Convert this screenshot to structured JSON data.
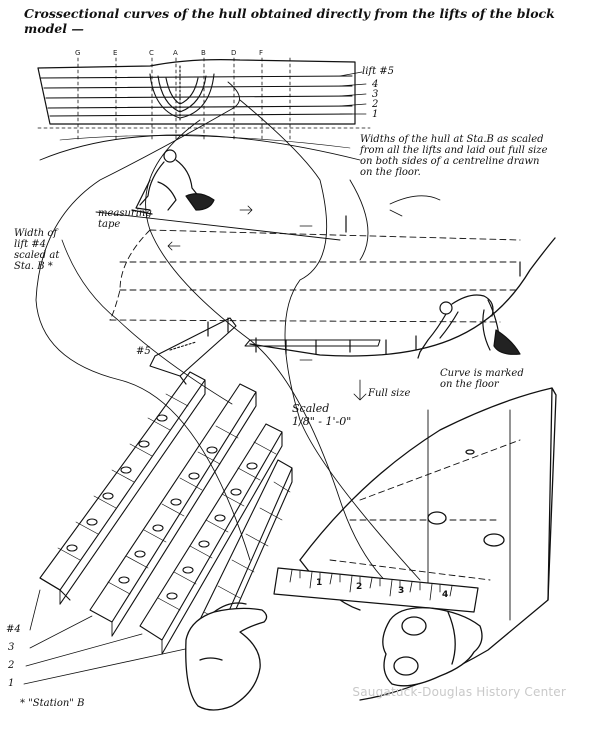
{
  "title": "Crossectional curves of the hull obtained directly from the lifts of the block model —",
  "station_letters": [
    "G",
    "E",
    "C",
    "A",
    "B",
    "D",
    "F"
  ],
  "lift_labels": [
    "lift #5",
    "4",
    "3",
    "2",
    "1"
  ],
  "annotations": {
    "widths_note": "Widths of the hull at Sta.B as scaled\nfrom all the lifts and laid out full size\non both sides of a centreline drawn\non the floor.",
    "measuring_tape": "measuring\ntape",
    "width_of_lift": "Width of\nlift #4\nscaled at\nSta. B *",
    "lift5_marker": "#5",
    "full_size": "Full size",
    "curve_marked": "Curve is marked\non the floor",
    "scaled": "Scaled\n1/8\" - 1'-0\"",
    "footnote": "* \"Station\" B"
  },
  "left_lift_numbers": [
    "#4",
    "3",
    "2",
    "1"
  ],
  "ruler_numbers": [
    "1",
    "2",
    "3",
    "4"
  ],
  "watermark": "Saugatuck-Douglas History Center"
}
